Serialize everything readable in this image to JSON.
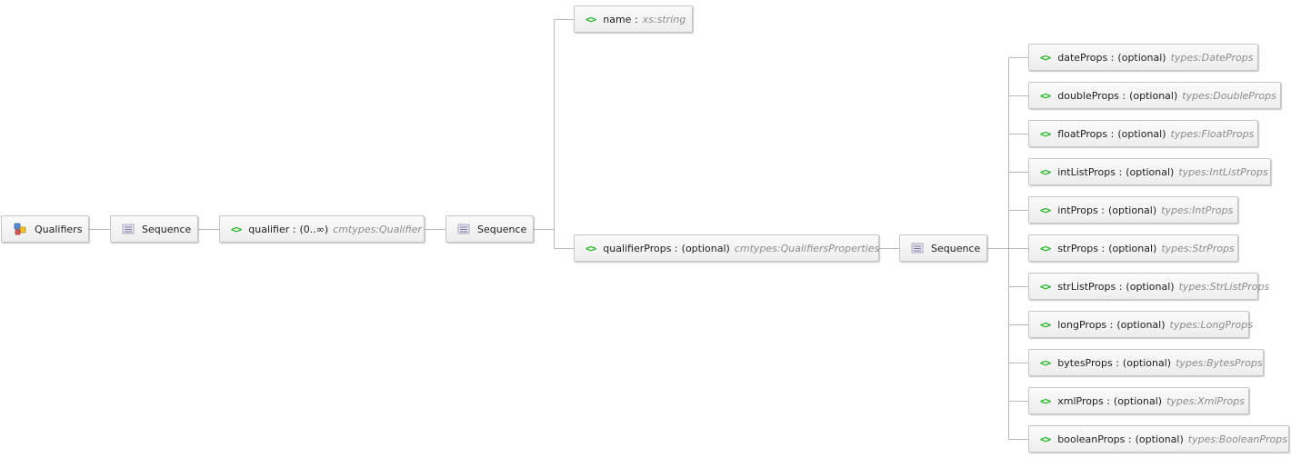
{
  "root": {
    "label": "Qualifiers",
    "icon": "complex-type-icon"
  },
  "root_sequence": {
    "label": "Sequence",
    "icon": "sequence-icon"
  },
  "qualifier": {
    "label": "qualifier :",
    "occurrence": "(0..∞)",
    "type": "cmtypes:Qualifier",
    "icon": "element-icon"
  },
  "qualifier_sequence": {
    "label": "Sequence",
    "icon": "sequence-icon"
  },
  "name_elem": {
    "label": "name :",
    "type": "xs:string",
    "icon": "element-icon"
  },
  "qualifier_props": {
    "label": "qualifierProps :",
    "occurrence": "(optional)",
    "type": "cmtypes:QualifiersProperties",
    "icon": "element-icon"
  },
  "props_sequence": {
    "label": "Sequence",
    "icon": "sequence-icon"
  },
  "element_icon_text": "<>",
  "children": [
    {
      "label": "dateProps :",
      "occurrence": "(optional)",
      "type": "types:DateProps"
    },
    {
      "label": "doubleProps :",
      "occurrence": "(optional)",
      "type": "types:DoubleProps"
    },
    {
      "label": "floatProps :",
      "occurrence": "(optional)",
      "type": "types:FloatProps"
    },
    {
      "label": "intListProps :",
      "occurrence": "(optional)",
      "type": "types:IntListProps"
    },
    {
      "label": "intProps :",
      "occurrence": "(optional)",
      "type": "types:IntProps"
    },
    {
      "label": "strProps :",
      "occurrence": "(optional)",
      "type": "types:StrProps"
    },
    {
      "label": "strListProps :",
      "occurrence": "(optional)",
      "type": "types:StrListProps"
    },
    {
      "label": "longProps :",
      "occurrence": "(optional)",
      "type": "types:LongProps"
    },
    {
      "label": "bytesProps :",
      "occurrence": "(optional)",
      "type": "types:BytesProps"
    },
    {
      "label": "xmlProps :",
      "occurrence": "(optional)",
      "type": "types:XmlProps"
    },
    {
      "label": "booleanProps :",
      "occurrence": "(optional)",
      "type": "types:BooleanProps"
    }
  ],
  "colors": {
    "element_icon": "#19b319",
    "connector": "#b9b9b9",
    "type_text": "#8c8c8c"
  }
}
